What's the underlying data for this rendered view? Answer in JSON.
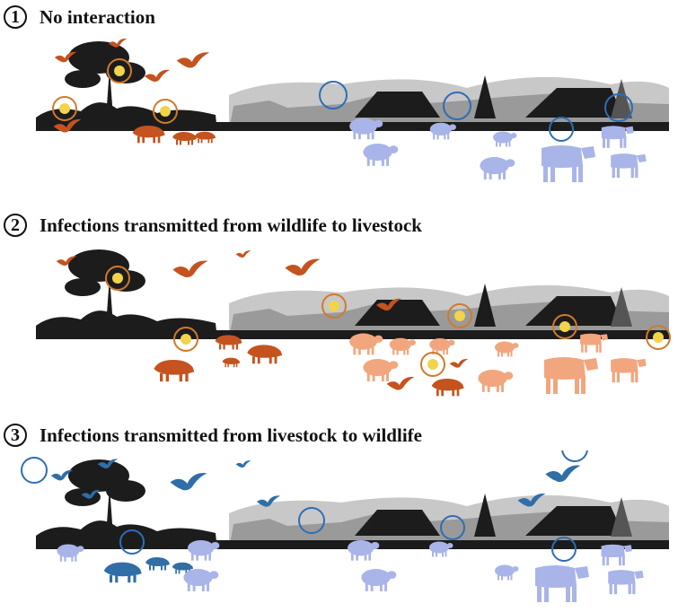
{
  "panels": [
    {
      "number": "1",
      "title": "No interaction"
    },
    {
      "number": "2",
      "title": "Infections transmitted from wildlife to livestock"
    },
    {
      "number": "3",
      "title": "Infections transmitted from livestock to wildlife"
    }
  ],
  "colors": {
    "silhouette": "#1c1c1c",
    "silhouette_mid": "#555555",
    "silhouette_light": "#9a9a9a",
    "wildlife_infected": "#c4531f",
    "livestock_infected": "#f2a67e",
    "livestock_healthy": "#a9b4e8",
    "wildlife_infected_from_livestock": "#2f6ea6",
    "pathogen_wildlife": "#d07a2c",
    "pathogen_livestock": "#2e6db5"
  },
  "icons": [
    "virus-icon",
    "bacteria-icon"
  ]
}
